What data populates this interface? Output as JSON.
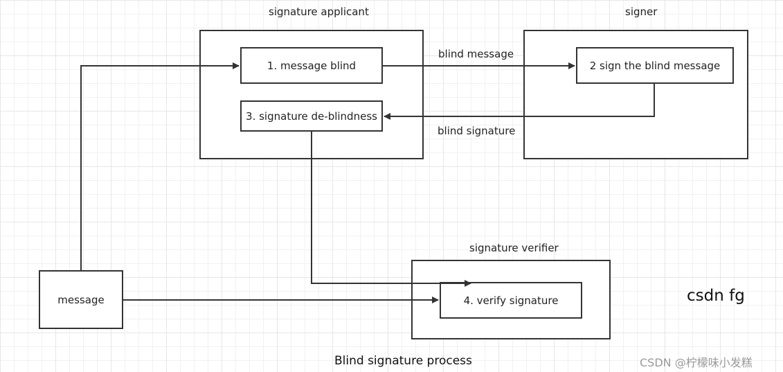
{
  "diagram": {
    "title": "Blind signature process",
    "watermark": "csdn fg",
    "source_mark": "CSDN @柠檬味小发糕",
    "containers": {
      "applicant": "signature applicant",
      "signer": "signer",
      "verifier": "signature verifier"
    },
    "nodes": {
      "message": "message",
      "message_blind": "1. message blind",
      "sign_blind": "2  sign the blind message",
      "deblind": "3. signature de-blindness",
      "verify": "4.  verify signature"
    },
    "edge_labels": {
      "blind_message": "blind  message",
      "blind_signature": "blind  signature"
    },
    "colors": {
      "stroke": "#333333",
      "grid": "#e6e6e6",
      "text": "#222222"
    }
  }
}
